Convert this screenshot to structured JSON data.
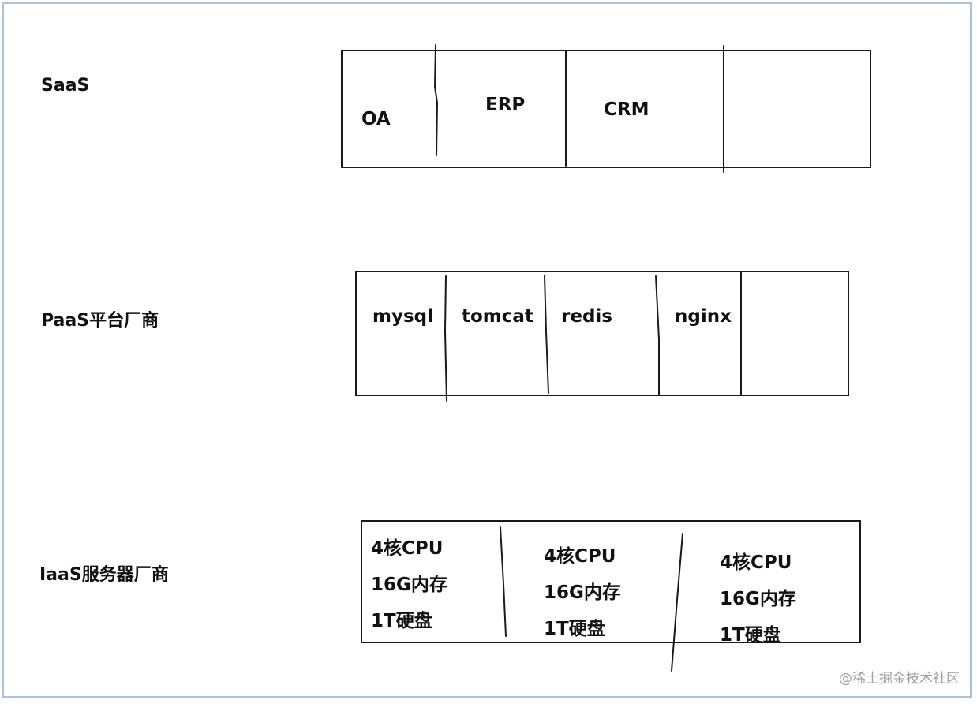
{
  "layers": {
    "saas": {
      "label": "SaaS",
      "cells": [
        "OA",
        "ERP",
        "CRM",
        ""
      ]
    },
    "paas": {
      "label": "PaaS平台厂商",
      "cells": [
        "mysql",
        "tomcat",
        "redis",
        "nginx",
        ""
      ]
    },
    "iaas": {
      "label": "IaaS服务器厂商",
      "servers": [
        {
          "cpu": "4核CPU",
          "memory": "16G内存",
          "disk": "1T硬盘"
        },
        {
          "cpu": "4核CPU",
          "memory": "16G内存",
          "disk": "1T硬盘"
        },
        {
          "cpu": "4核CPU",
          "memory": "16G内存",
          "disk": "1T硬盘"
        }
      ]
    }
  },
  "watermark": "@稀土掘金技术社区",
  "colors": {
    "frame": "#a9c3df",
    "stroke": "#1a1a1a",
    "text": "#111111"
  }
}
